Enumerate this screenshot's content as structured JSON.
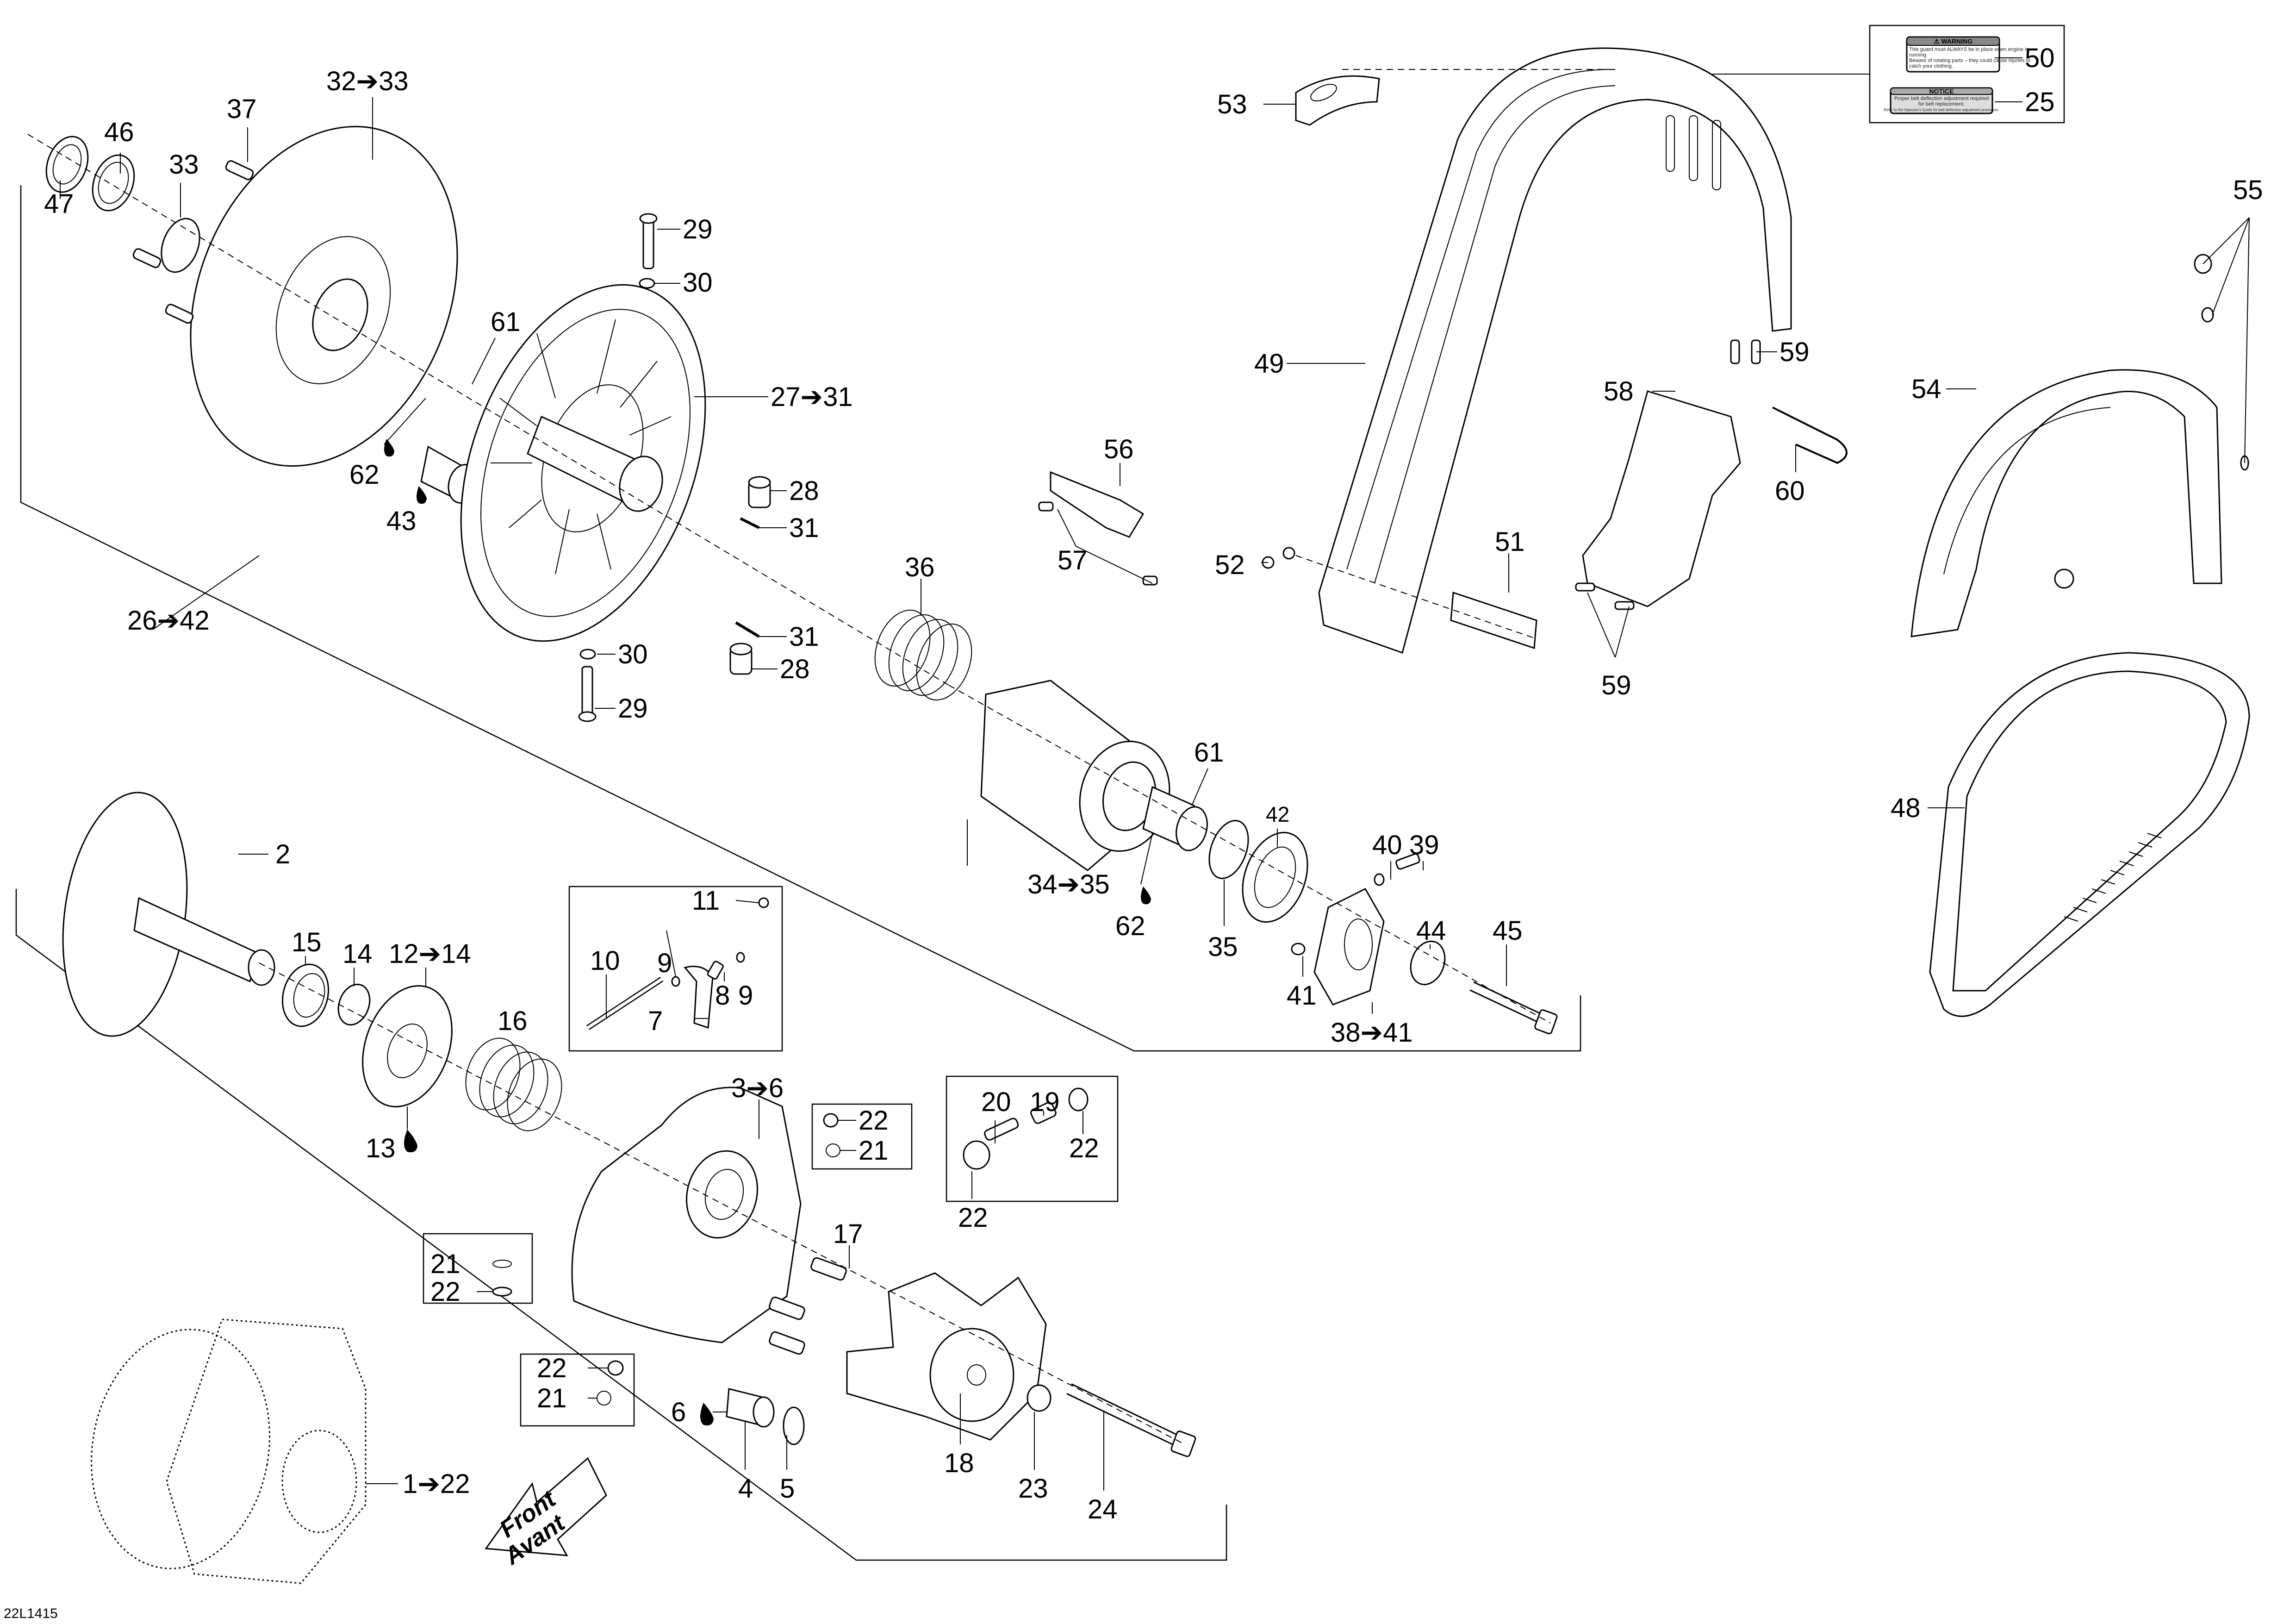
{
  "document": {
    "type": "exploded parts diagram",
    "drawing_id": "22L1415"
  },
  "callouts": [
    {
      "id": "32-33",
      "label": "32➔33"
    },
    {
      "id": "37",
      "label": "37"
    },
    {
      "id": "46",
      "label": "46"
    },
    {
      "id": "33",
      "label": "33"
    },
    {
      "id": "47",
      "label": "47"
    },
    {
      "id": "29-top",
      "label": "29"
    },
    {
      "id": "30-top",
      "label": "30"
    },
    {
      "id": "61-top",
      "label": "61"
    },
    {
      "id": "27-31",
      "label": "27➔31"
    },
    {
      "id": "62-top",
      "label": "62"
    },
    {
      "id": "43",
      "label": "43"
    },
    {
      "id": "28-top",
      "label": "28"
    },
    {
      "id": "31-top",
      "label": "31"
    },
    {
      "id": "26-42",
      "label": "26➔42"
    },
    {
      "id": "31-bot",
      "label": "31"
    },
    {
      "id": "30-bot",
      "label": "30"
    },
    {
      "id": "28-bot",
      "label": "28"
    },
    {
      "id": "29-bot",
      "label": "29"
    },
    {
      "id": "36",
      "label": "36"
    },
    {
      "id": "56",
      "label": "56"
    },
    {
      "id": "57",
      "label": "57"
    },
    {
      "id": "53",
      "label": "53"
    },
    {
      "id": "49",
      "label": "49"
    },
    {
      "id": "52",
      "label": "52"
    },
    {
      "id": "51",
      "label": "51"
    },
    {
      "id": "58",
      "label": "58"
    },
    {
      "id": "59-top",
      "label": "59"
    },
    {
      "id": "60",
      "label": "60"
    },
    {
      "id": "59-bot",
      "label": "59"
    },
    {
      "id": "50",
      "label": "50"
    },
    {
      "id": "25",
      "label": "25"
    },
    {
      "id": "55",
      "label": "55"
    },
    {
      "id": "54",
      "label": "54"
    },
    {
      "id": "48",
      "label": "48"
    },
    {
      "id": "34-35",
      "label": "34➔35"
    },
    {
      "id": "61-mid",
      "label": "61"
    },
    {
      "id": "62-mid",
      "label": "62"
    },
    {
      "id": "42",
      "label": "42"
    },
    {
      "id": "35",
      "label": "35"
    },
    {
      "id": "40",
      "label": "40"
    },
    {
      "id": "39",
      "label": "39"
    },
    {
      "id": "41",
      "label": "41"
    },
    {
      "id": "44",
      "label": "44"
    },
    {
      "id": "45",
      "label": "45"
    },
    {
      "id": "38-41",
      "label": "38➔41"
    },
    {
      "id": "2",
      "label": "2"
    },
    {
      "id": "15",
      "label": "15"
    },
    {
      "id": "14",
      "label": "14"
    },
    {
      "id": "12-14",
      "label": "12➔14"
    },
    {
      "id": "16",
      "label": "16"
    },
    {
      "id": "13",
      "label": "13"
    },
    {
      "id": "10",
      "label": "10"
    },
    {
      "id": "9-a",
      "label": "9"
    },
    {
      "id": "11",
      "label": "11"
    },
    {
      "id": "8",
      "label": "8"
    },
    {
      "id": "9-b",
      "label": "9"
    },
    {
      "id": "7",
      "label": "7"
    },
    {
      "id": "3-6",
      "label": "3➔6"
    },
    {
      "id": "22-a",
      "label": "22"
    },
    {
      "id": "21-a",
      "label": "21"
    },
    {
      "id": "17",
      "label": "17"
    },
    {
      "id": "21-b",
      "label": "21"
    },
    {
      "id": "22-b",
      "label": "22"
    },
    {
      "id": "22-c",
      "label": "22"
    },
    {
      "id": "21-c",
      "label": "21"
    },
    {
      "id": "6",
      "label": "6"
    },
    {
      "id": "4",
      "label": "4"
    },
    {
      "id": "5",
      "label": "5"
    },
    {
      "id": "20",
      "label": "20"
    },
    {
      "id": "19",
      "label": "19"
    },
    {
      "id": "22-d",
      "label": "22"
    },
    {
      "id": "22-e",
      "label": "22"
    },
    {
      "id": "18",
      "label": "18"
    },
    {
      "id": "23",
      "label": "23"
    },
    {
      "id": "24",
      "label": "24"
    },
    {
      "id": "1-22",
      "label": "1➔22"
    }
  ],
  "decals": {
    "warning": {
      "title": "⚠ WARNING",
      "lines": [
        "This guard must ALWAYS be in place when engine is",
        "running.",
        "Beware of rotating parts – they could cause injuries or",
        "catch your clothing."
      ]
    },
    "notice": {
      "title": "NOTICE",
      "lines": [
        "Proper belt deflection adjustment required",
        "for belt replacement.",
        "Refer to the Operator's Guide for belt deflection adjustment procedure."
      ]
    }
  },
  "direction_arrow": {
    "line1": "Front",
    "line2": "Avant"
  },
  "symbols": {
    "lubricant": "drop-icon"
  }
}
